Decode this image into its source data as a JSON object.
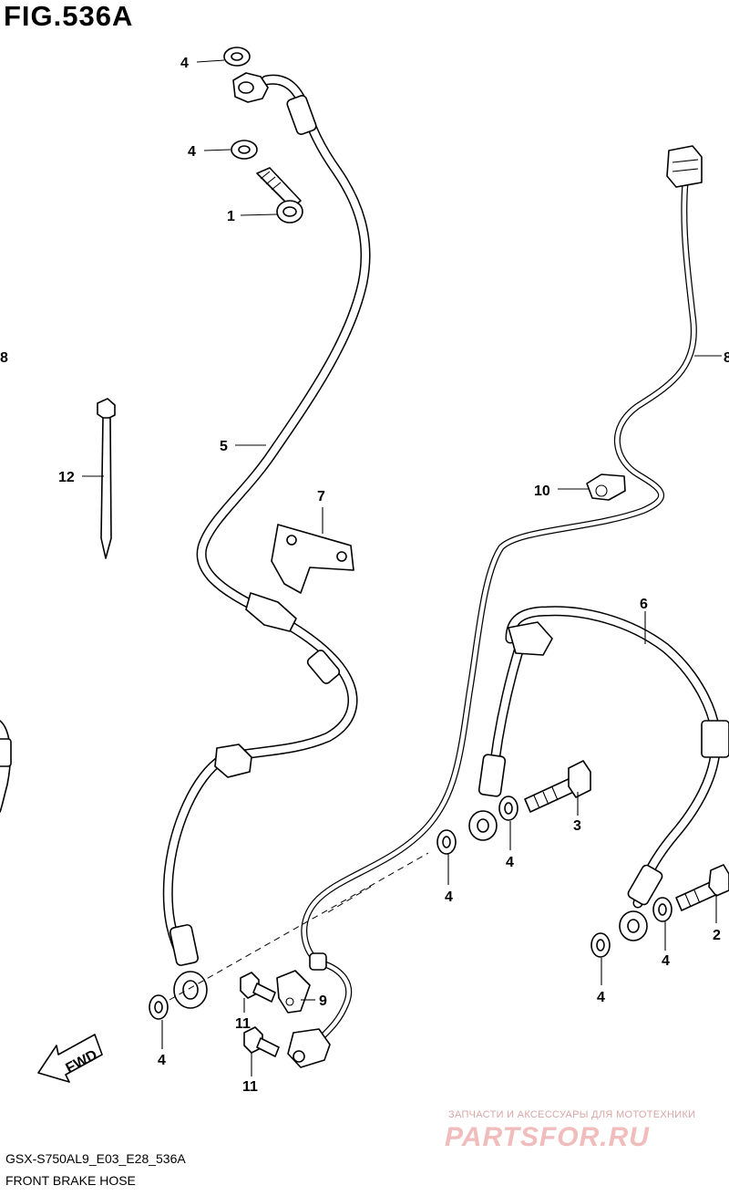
{
  "figure": {
    "title": "FIG.536A",
    "model_code": "GSX-S750AL9_E03_E28_536A",
    "name": "FRONT BRAKE HOSE"
  },
  "callouts": [
    {
      "id": "c4a",
      "label": "4"
    },
    {
      "id": "c4b",
      "label": "4"
    },
    {
      "id": "c1",
      "label": "1"
    },
    {
      "id": "c8a",
      "label": "8"
    },
    {
      "id": "c8b",
      "label": "8"
    },
    {
      "id": "c5",
      "label": "5"
    },
    {
      "id": "c12",
      "label": "12"
    },
    {
      "id": "c7",
      "label": "7"
    },
    {
      "id": "c10",
      "label": "10"
    },
    {
      "id": "c6",
      "label": "6"
    },
    {
      "id": "c3",
      "label": "3"
    },
    {
      "id": "c4c",
      "label": "4"
    },
    {
      "id": "c4d",
      "label": "4"
    },
    {
      "id": "c2",
      "label": "2"
    },
    {
      "id": "c4e",
      "label": "4"
    },
    {
      "id": "c4f",
      "label": "4"
    },
    {
      "id": "c9",
      "label": "9"
    },
    {
      "id": "c11a",
      "label": "11"
    },
    {
      "id": "c11b",
      "label": "11"
    },
    {
      "id": "c4g",
      "label": "4"
    }
  ],
  "fwd_label": "FWD",
  "watermark": {
    "tagline": "ЗАПЧАСТИ И АКСЕССУАРЫ ДЛЯ МОТОТЕХНИКИ",
    "brand": "PARTSFOR.RU",
    "color": "#f1bcbc"
  }
}
